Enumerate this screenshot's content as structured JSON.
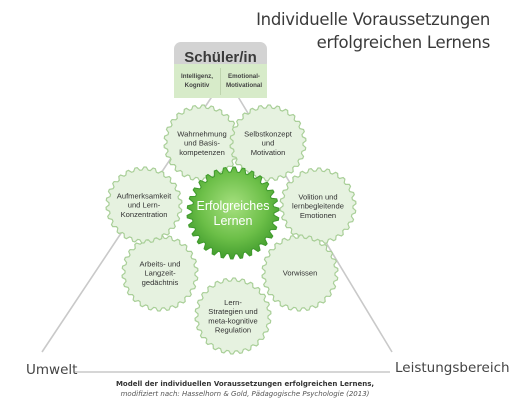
{
  "title": {
    "line1": "Individuelle Voraussetzungen",
    "line2": "erfolgreichen Lernens"
  },
  "student": {
    "label": "Schüler/in",
    "left_sub": [
      "Intelligenz,",
      "Kognitiv"
    ],
    "right_sub": [
      "Emotional-",
      "Motivational"
    ]
  },
  "center": [
    "Erfolgreiches",
    "Lernen"
  ],
  "factors": [
    [
      "Wahrnehmung",
      "und Basis-",
      "kompetenzen"
    ],
    [
      "Selbstkonzept",
      "und",
      "Motivation"
    ],
    [
      "Volition und",
      "lernbegleitende",
      "Emotionen"
    ],
    [
      "Vorwissen"
    ],
    [
      "Lern-",
      "Strategien und",
      "meta-kognitive",
      "Regulation"
    ],
    [
      "Arbeits- und",
      "Langzeit-",
      "gedächtnis"
    ],
    [
      "Aufmerksamkeit",
      "und Lern-",
      "Konzentration"
    ]
  ],
  "corners": {
    "left": "Umwelt",
    "right": "Leistungsbereich"
  },
  "caption": {
    "line1": "Modell der individuellen Voraussetzungen erfolgreichen Lernens,",
    "line2": "modifiziert nach: Hasselhorn & Gold, Pädagogische Psychologie (2013)"
  },
  "colors": {
    "gear_fill": "#e6f2e0",
    "gear_stroke": "#a9cf98",
    "center_light": "#8fd16a",
    "center_dark": "#3f9a2c",
    "triangle": "#c9c9c9",
    "student_box": "#d3d3d3",
    "student_green": "#d7ebc9"
  }
}
